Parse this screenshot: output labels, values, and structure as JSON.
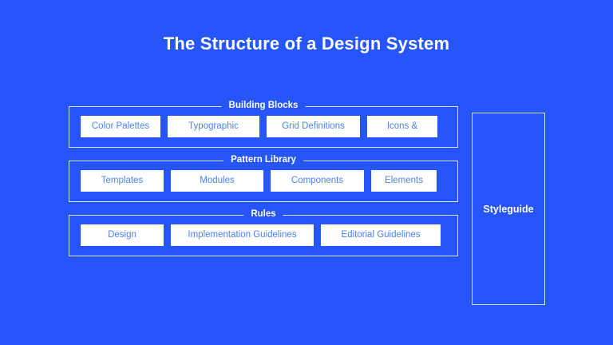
{
  "slide": {
    "title": "The Structure of a Design System",
    "background_color": "#2555fb",
    "border_color": "#d9e1f7",
    "chip_bg_color": "#ffffff",
    "chip_text_color": "#4a84fb"
  },
  "groups": [
    {
      "legend": "Building Blocks",
      "items": [
        {
          "label": "Color Palettes"
        },
        {
          "label": "Typographic"
        },
        {
          "label": "Grid Definitions"
        },
        {
          "label": "Icons &"
        }
      ]
    },
    {
      "legend": "Pattern Library",
      "items": [
        {
          "label": "Templates"
        },
        {
          "label": "Modules"
        },
        {
          "label": "Components"
        },
        {
          "label": "Elements"
        }
      ]
    },
    {
      "legend": "Rules",
      "items": [
        {
          "label": "Design"
        },
        {
          "label": "Implementation Guidelines"
        },
        {
          "label": "Editorial Guidelines"
        }
      ]
    }
  ],
  "styleguide": {
    "label": "Styleguide"
  }
}
